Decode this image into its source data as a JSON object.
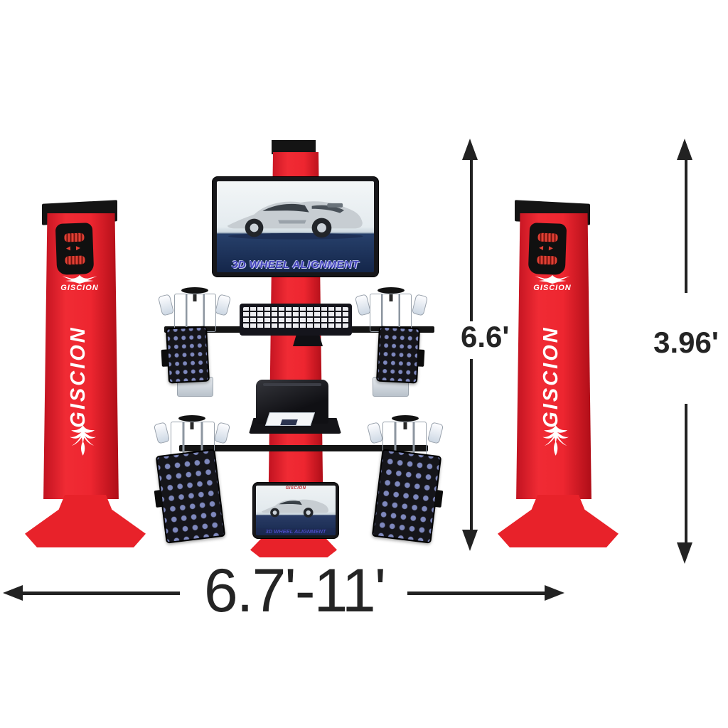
{
  "brand": {
    "name": "GISCION"
  },
  "towers": {
    "left": {
      "emblem_label": "GISCION",
      "vertical_label": "GISCION"
    },
    "right": {
      "emblem_label": "GISCION",
      "vertical_label": "GISCION"
    }
  },
  "monitors": {
    "main": {
      "caption": "3D WHEEL ALIGNMENT"
    },
    "lower": {
      "brand": "GISCION",
      "caption": "3D WHEEL ALIGNMENT"
    }
  },
  "dimensions": {
    "overall_height": "6.6'",
    "tower_height": "3.96'",
    "track_width_range": "6.7'-11'"
  },
  "indicators": {
    "left_arrow": "◄",
    "right_arrow": "►"
  },
  "colors": {
    "machine_red": "#e8222a",
    "structure_black": "#141414",
    "caption_blue": "#4343bb",
    "led_red": "#e04034",
    "target_dot_blue": "#7e88bd",
    "dimension_line": "#222222"
  }
}
